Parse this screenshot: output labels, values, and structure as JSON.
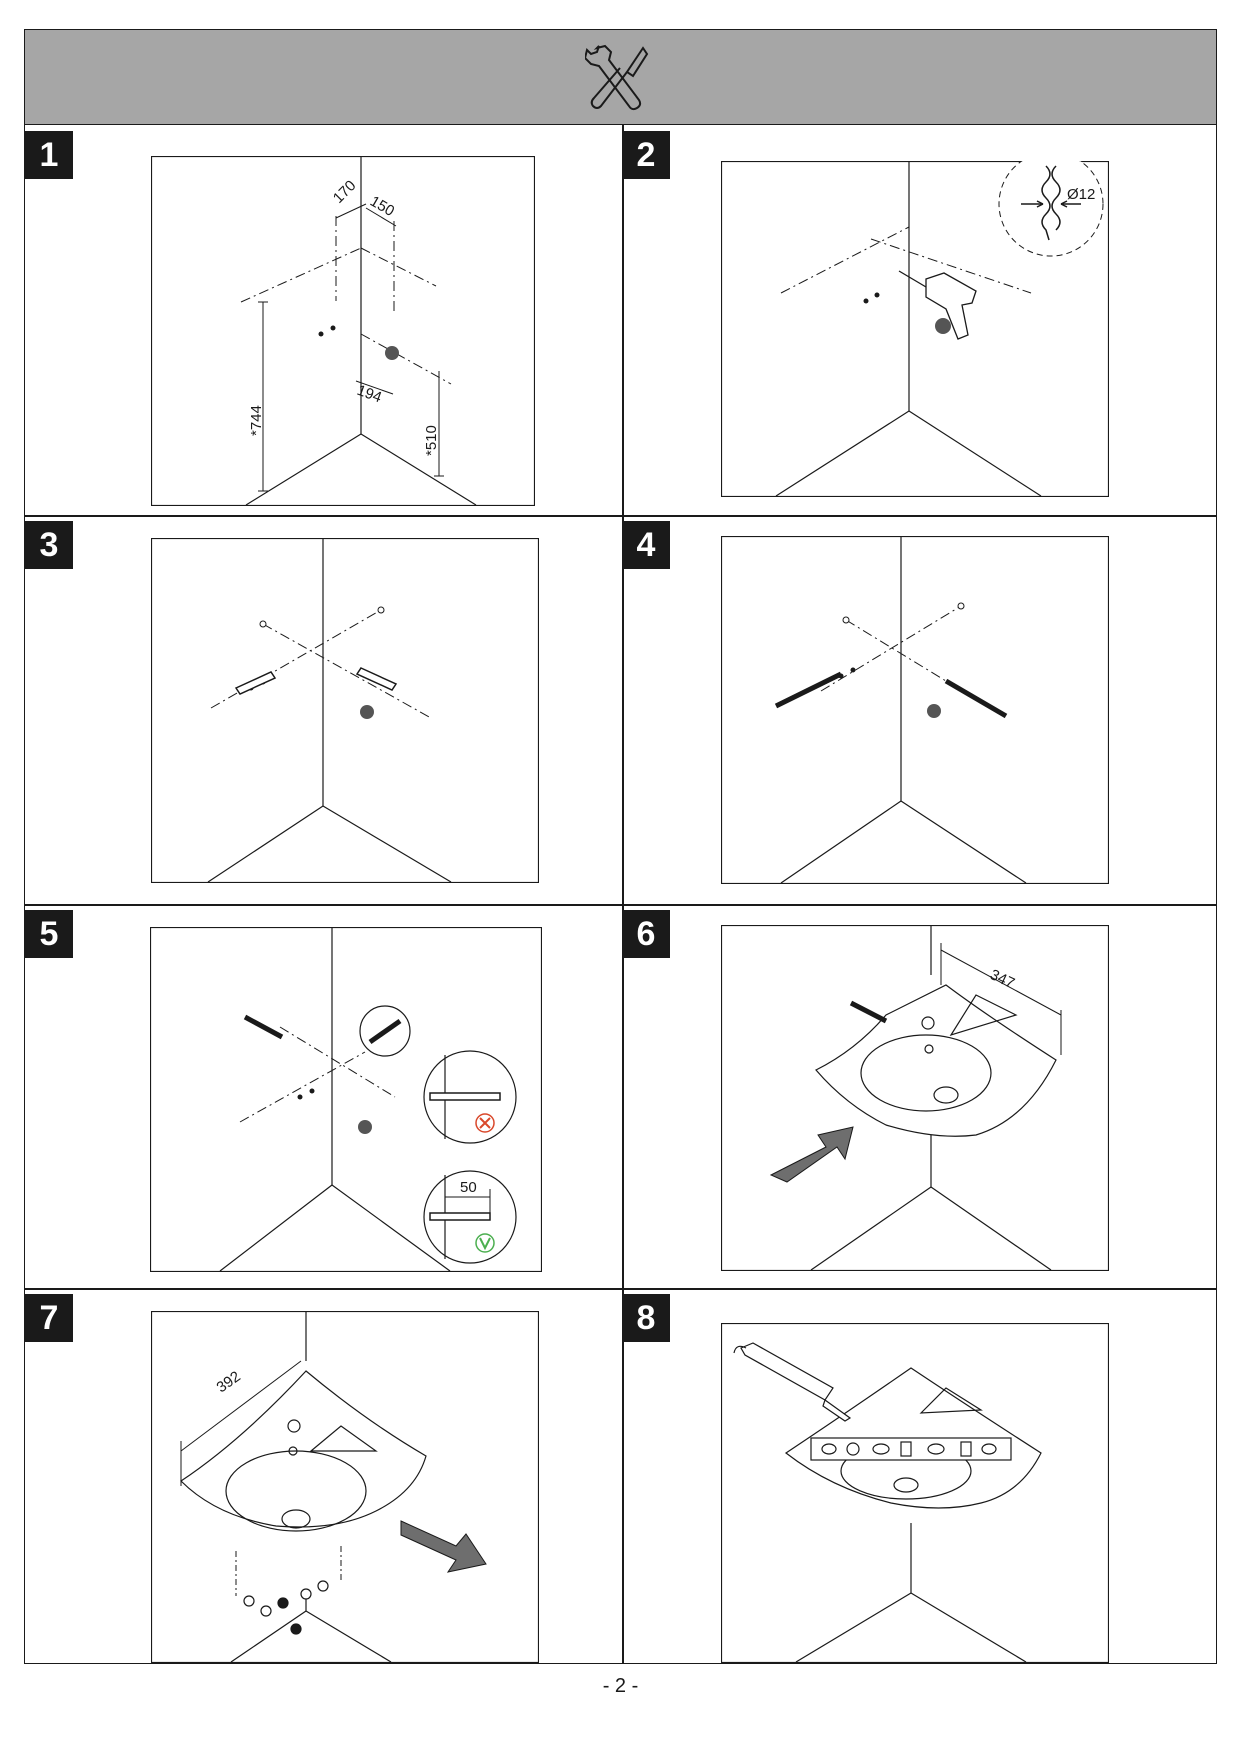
{
  "header": {
    "icon": "tools-icon"
  },
  "steps": [
    {
      "number": "1",
      "dims": {
        "a": "170",
        "b": "150",
        "c": "194",
        "h1": "*744",
        "h2": "*510"
      }
    },
    {
      "number": "2",
      "dims": {
        "drill": "Ø12"
      }
    },
    {
      "number": "3"
    },
    {
      "number": "4"
    },
    {
      "number": "5",
      "dims": {
        "depth": "50"
      }
    },
    {
      "number": "6",
      "dims": {
        "width": "347"
      }
    },
    {
      "number": "7",
      "dims": {
        "width": "392"
      }
    },
    {
      "number": "8"
    }
  ],
  "footer": {
    "page": "- 2 -"
  },
  "colors": {
    "header_bg": "#a6a6a6",
    "badge_bg": "#1a1a1a",
    "arrow": "#6e6e6e",
    "wrong": "#d9482b",
    "right": "#4caf50"
  }
}
